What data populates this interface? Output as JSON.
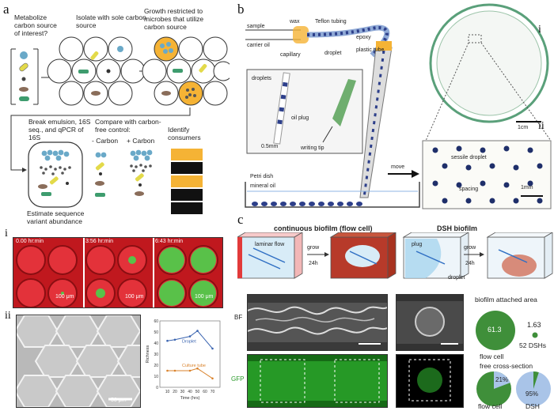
{
  "panels": {
    "a": {
      "letter": "a",
      "q_metabolize": "Metabolize carbon source of interest?",
      "q_isolate": "Isolate with sole carbon source",
      "q_growth": "Growth restricted to microbes that utilize carbon source",
      "q_break": "Break emulsion, 16S seq., and qPCR of 16S",
      "q_compare": "Compare with carbon-free control:",
      "minus_carbon": "- Carbon",
      "plus_carbon": "+ Carbon",
      "identify": "Identify consumers",
      "estimate": "Estimate sequence variant abundance"
    },
    "b": {
      "letter": "b",
      "sample": "sample",
      "wax": "wax",
      "teflon": "Teflon tubing",
      "carrier_oil": "carrier oil",
      "capillary": "capillary",
      "droplet": "droplet",
      "epoxy": "epoxy",
      "plastic_tube": "plastic tube",
      "droplets": "droplets",
      "oil_plug": "oil plug",
      "scale_05mm": "0.5mm",
      "writing_tip": "writing tip",
      "petri": "Petri dish",
      "mineral_oil": "mineral oil",
      "move": "move",
      "roman_i": "i",
      "roman_ii": "ii",
      "scale_1cm": "1cm",
      "sessile": "sessile droplet",
      "spacing": "spacing",
      "scale_1mm": "1mm"
    },
    "c": {
      "letter": "c",
      "title_flow": "continuous biofilm (flow cell)",
      "title_dsh": "DSH biofilm",
      "laminar": "laminar flow",
      "grow1": "grow",
      "grow1_time": "24h",
      "plug": "plug",
      "grow2": "grow",
      "grow2_time": "24h",
      "droplet": "droplet",
      "bf": "BF",
      "gfp": "GFP",
      "area_title": "biofilm attached area",
      "flow_value": "61.3",
      "dsh_value": "1.63",
      "flow_label": "flow cell",
      "dsh_label": "52 DSHs",
      "cross_title": "free cross-section",
      "pie_flow_pct": "21%",
      "pie_dsh_pct": "95%",
      "pie_flow_label": "flow cell",
      "pie_dsh_label": "DSH"
    },
    "bottom_left": {
      "roman_i": "i",
      "roman_ii": "ii",
      "t1": "0.00 hr:min",
      "t2": "3:56 hr:min",
      "t3": "6:43 hr:min",
      "scale": "100 μm",
      "scale_ii": "50 μm"
    }
  },
  "colors": {
    "orange": "#f5b335",
    "blue_droplet": "#2d3f8a",
    "green_pie": "#3f8f3a",
    "light_blue_pie": "#a9c4e8"
  },
  "chart_data": {
    "type": "line",
    "x": [
      10,
      20,
      40,
      50,
      70
    ],
    "xlabel": "Time (hrs)",
    "ylabel": "Richness",
    "xlim": [
      0,
      80
    ],
    "ylim": [
      0,
      60
    ],
    "xticks": [
      "10",
      "20",
      "30",
      "40",
      "50",
      "60",
      "70"
    ],
    "yticks": [
      "0",
      "10",
      "20",
      "30",
      "40",
      "50",
      "60"
    ],
    "series": [
      {
        "name": "Droplet",
        "values": [
          42,
          43,
          46,
          51,
          35
        ],
        "color": "#3a64b0"
      },
      {
        "name": "Culture tube",
        "values": [
          15,
          15,
          15,
          17,
          8
        ],
        "color": "#d9822b"
      }
    ]
  }
}
